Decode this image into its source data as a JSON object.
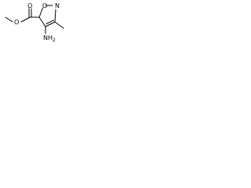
{
  "molecule": {
    "atoms": {
      "ring_n": "N",
      "ring_o": "O",
      "carbonyl_o": "O",
      "ester_o": "O",
      "amine_n": "NH",
      "amine_sub": "2"
    }
  },
  "colors": {
    "ink": "#000000",
    "background": "#ffffff"
  }
}
